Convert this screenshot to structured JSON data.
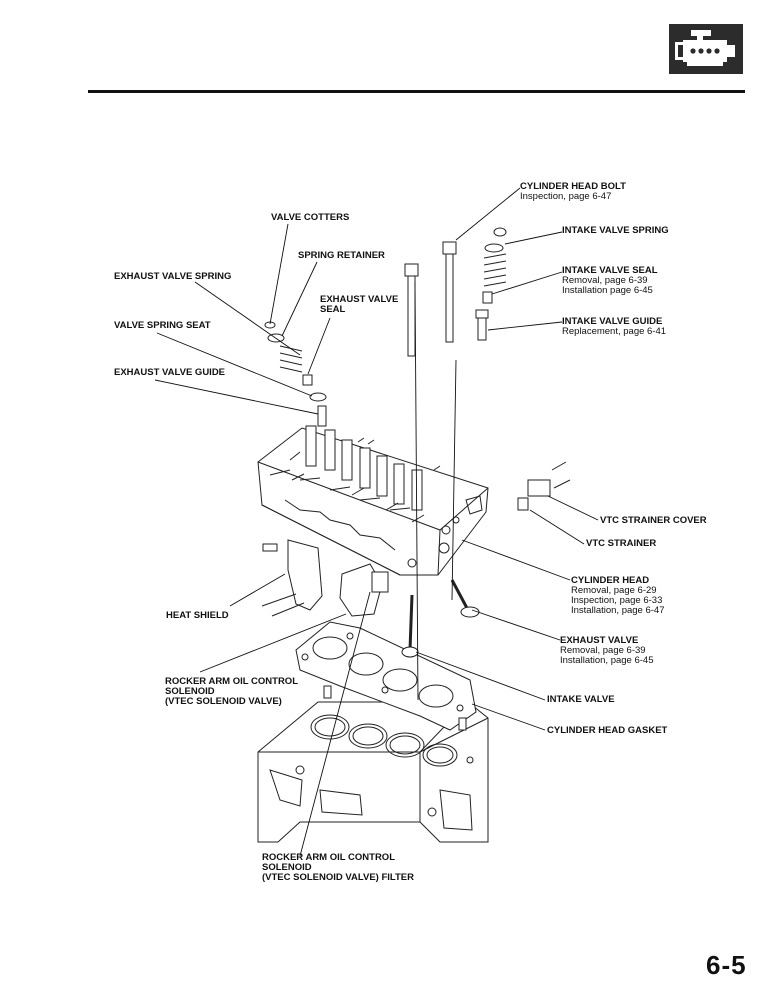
{
  "page": {
    "number": "6-5"
  },
  "header": {
    "icon": "engine-icon"
  },
  "callouts": {
    "cylinder_head_bolt": {
      "title": "CYLINDER HEAD BOLT",
      "ref1": "Inspection, page 6-47"
    },
    "valve_cotters": {
      "title": "VALVE COTTERS"
    },
    "intake_valve_spring": {
      "title": "INTAKE VALVE SPRING"
    },
    "spring_retainer": {
      "title": "SPRING RETAINER"
    },
    "exhaust_valve_spring": {
      "title": "EXHAUST VALVE SPRING"
    },
    "intake_valve_seal": {
      "title": "INTAKE VALVE SEAL",
      "ref1": "Removal, page 6-39",
      "ref2": "Installation page 6-45"
    },
    "exhaust_valve_seal": {
      "title1": "EXHAUST VALVE",
      "title2": "SEAL"
    },
    "valve_spring_seat": {
      "title": "VALVE SPRING SEAT"
    },
    "intake_valve_guide": {
      "title": "INTAKE VALVE GUIDE",
      "ref1": "Replacement, page 6-41"
    },
    "exhaust_valve_guide": {
      "title": "EXHAUST VALVE GUIDE"
    },
    "vtc_strainer_cover": {
      "title": "VTC STRAINER COVER"
    },
    "vtc_strainer": {
      "title": "VTC STRAINER"
    },
    "cylinder_head": {
      "title": "CYLINDER HEAD",
      "ref1": "Removal, page 6-29",
      "ref2": "Inspection, page 6-33",
      "ref3": "Installation, page 6-47"
    },
    "heat_shield": {
      "title": "HEAT SHIELD"
    },
    "exhaust_valve": {
      "title": "EXHAUST VALVE",
      "ref1": "Removal, page 6-39",
      "ref2": "Installation, page 6-45"
    },
    "rocker_arm_solenoid": {
      "line1": "ROCKER ARM OIL CONTROL",
      "line2": "SOLENOID",
      "line3": "(VTEC SOLENOID VALVE)"
    },
    "intake_valve": {
      "title": "INTAKE VALVE"
    },
    "cylinder_head_gasket": {
      "title": "CYLINDER HEAD GASKET"
    },
    "rocker_arm_filter": {
      "line1": "ROCKER ARM OIL CONTROL",
      "line2": "SOLENOID",
      "line3": "(VTEC SOLENOID VALVE) FILTER"
    }
  }
}
